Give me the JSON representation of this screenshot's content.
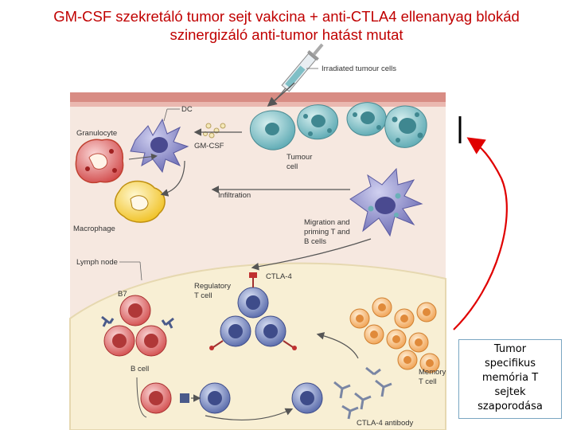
{
  "title": {
    "line1": "GM-CSF szekretáló tumor sejt vakcina + anti-CTLA4 ellenanyag blokád",
    "line2": "szinergizáló anti-tumor hatást mutat"
  },
  "figure_labels": {
    "irradiated": "Irradiated tumour cells",
    "dc": "DC",
    "granulocyte": "Granulocyte",
    "gmcsf": "GM-CSF",
    "tumour_cell_1": "Tumour",
    "tumour_cell_2": "cell",
    "infiltration": "Infiltration",
    "macrophage": "Macrophage",
    "migration_1": "Migration and",
    "migration_2": "priming T and",
    "migration_3": "B cells",
    "lymph_node": "Lymph node",
    "regulatory_1": "Regulatory",
    "regulatory_2": "T cell",
    "ctla4": "CTLA-4",
    "b7": "B7",
    "bcell": "B cell",
    "memory_1": "Memory",
    "memory_2": "T cell",
    "ctla4_antibody": "CTLA-4 antibody"
  },
  "note": {
    "lines": [
      "Tumor",
      "specifikus",
      "memória T",
      "sejtek",
      "szaporodása"
    ]
  },
  "colors": {
    "title": "#c00000",
    "arrow": "#e00000",
    "tissue": "#f6e6de",
    "lymph": "#f8efd6",
    "tumour": "#7fbfc6",
    "dc": "#8a8ac6"
  }
}
